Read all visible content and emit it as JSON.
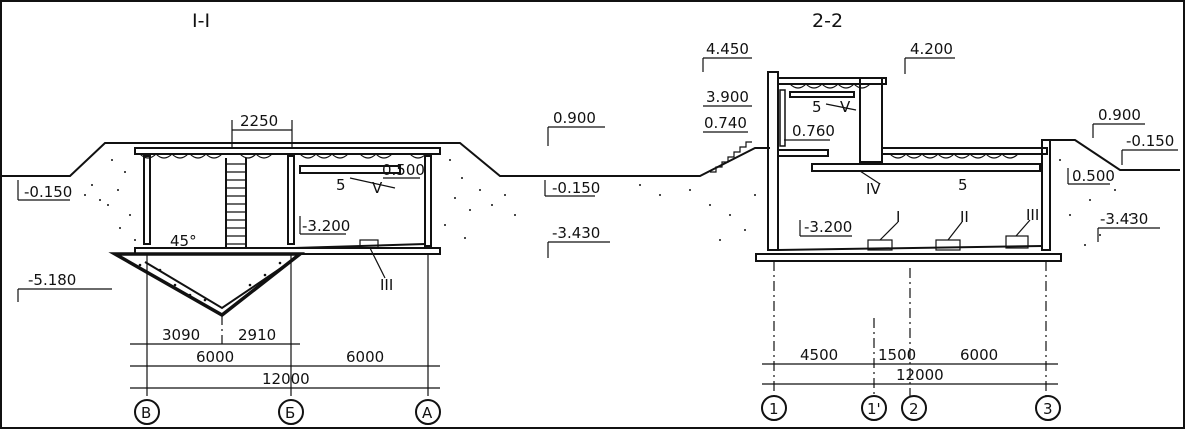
{
  "section_left": {
    "title": "I-I",
    "level_top_right": "0.900",
    "level_left": "-0.150",
    "level_right": "-0.150",
    "level_right_low": "-3.430",
    "level_floor": "-3.200",
    "level_bottom": "-5.180",
    "level_beam": "0.500",
    "dim_top": "2250",
    "dim_1": "3090",
    "dim_2": "2910",
    "dim_3": "6000",
    "dim_4": "6000",
    "dim_total": "12000",
    "angle": "45°",
    "roman_v": "V",
    "roman_iii": "III",
    "hook_5": "5",
    "axes": [
      "В",
      "Б",
      "А"
    ]
  },
  "section_right": {
    "title": "2-2",
    "level_4450": "4.450",
    "level_4200": "4.200",
    "level_3900": "3.900",
    "level_0740": "0.740",
    "level_0760": "0.760",
    "level_0900": "0.900",
    "level_m0150": "-0.150",
    "level_0500": "0.500",
    "level_m3430": "-3.430",
    "level_m3200": "-3.200",
    "roman_i": "I",
    "roman_ii": "II",
    "roman_iii": "III",
    "roman_iv": "IV",
    "roman_v": "V",
    "hook_5a": "5",
    "hook_5b": "5",
    "dim_1": "4500",
    "dim_2": "1500",
    "dim_3": "6000",
    "dim_total": "12000",
    "axes": [
      "1",
      "1'",
      "2",
      "3"
    ]
  }
}
